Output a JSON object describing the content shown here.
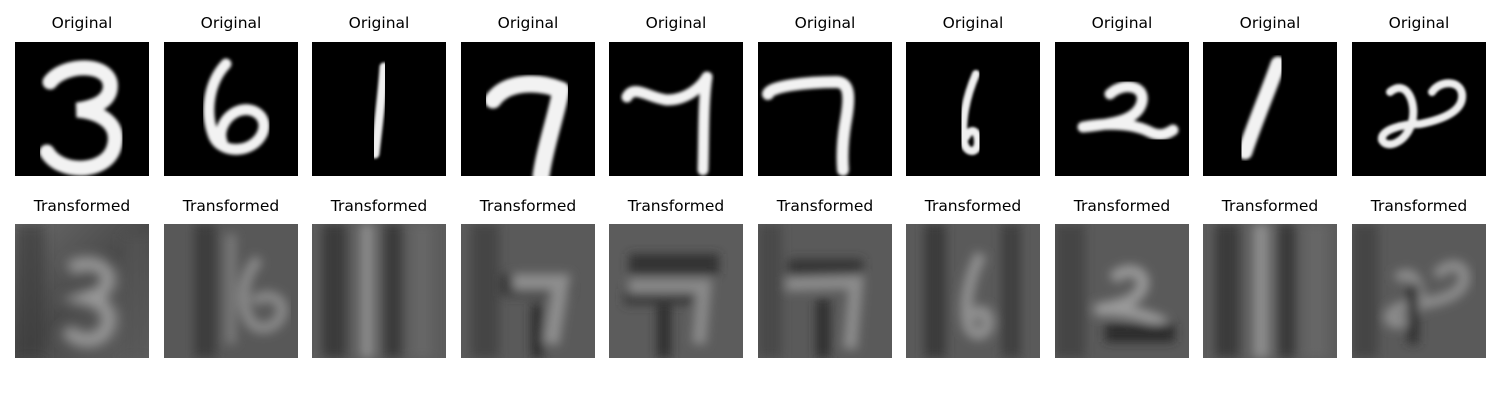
{
  "figure": {
    "colors": {
      "background": "#ffffff",
      "original_bg": "#000000",
      "digit_stroke": "#f0f0f0",
      "transformed_bg": "#5a5a5a"
    },
    "original_row": {
      "panels": [
        {
          "title": "Original",
          "digit": "3"
        },
        {
          "title": "Original",
          "digit": "6"
        },
        {
          "title": "Original",
          "digit": "1"
        },
        {
          "title": "Original",
          "digit": "7"
        },
        {
          "title": "Original",
          "digit": "7"
        },
        {
          "title": "Original",
          "digit": "7"
        },
        {
          "title": "Original",
          "digit": "6"
        },
        {
          "title": "Original",
          "digit": "2"
        },
        {
          "title": "Original",
          "digit": "1"
        },
        {
          "title": "Original",
          "digit": "2"
        }
      ]
    },
    "transformed_row": {
      "panels": [
        {
          "title": "Transformed"
        },
        {
          "title": "Transformed"
        },
        {
          "title": "Transformed"
        },
        {
          "title": "Transformed"
        },
        {
          "title": "Transformed"
        },
        {
          "title": "Transformed"
        },
        {
          "title": "Transformed"
        },
        {
          "title": "Transformed"
        },
        {
          "title": "Transformed"
        },
        {
          "title": "Transformed"
        }
      ]
    }
  }
}
